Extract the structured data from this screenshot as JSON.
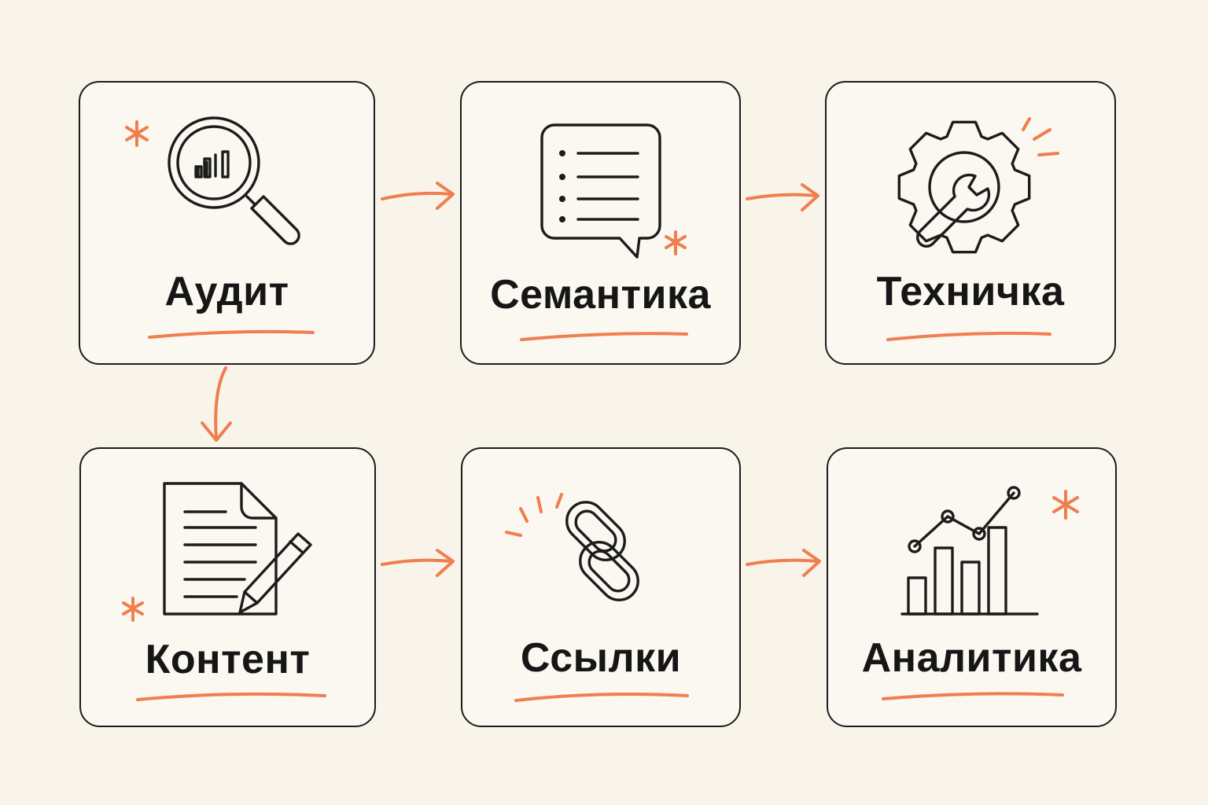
{
  "accent_color": "#f07e4f",
  "ink_color": "#1c1c1c",
  "background_color": "#f8f4ea",
  "steps": [
    {
      "label": "Аудит",
      "icon": "magnifier-chart-icon"
    },
    {
      "label": "Семантика",
      "icon": "speech-bubble-list-icon"
    },
    {
      "label": "Техничка",
      "icon": "gear-wrench-icon"
    },
    {
      "label": "Контент",
      "icon": "document-pencil-icon"
    },
    {
      "label": "Ссылки",
      "icon": "chain-link-icon"
    },
    {
      "label": "Аналитика",
      "icon": "analytics-chart-icon"
    }
  ],
  "connections": [
    {
      "from": "Аудит",
      "to": "Семантика"
    },
    {
      "from": "Семантика",
      "to": "Техничка"
    },
    {
      "from": "Аудит",
      "to": "Контент"
    },
    {
      "from": "Контент",
      "to": "Ссылки"
    },
    {
      "from": "Ссылки",
      "to": "Аналитика"
    }
  ]
}
